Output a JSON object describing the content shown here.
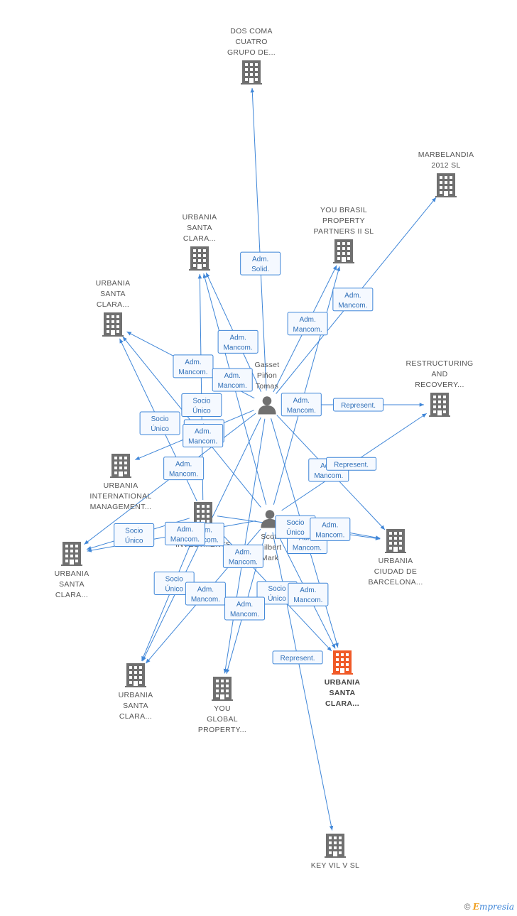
{
  "colors": {
    "edge": "#3f86d8",
    "company": "#707070",
    "focus_company": "#f05a28",
    "person": "#707070"
  },
  "nodes": {
    "dos_coma": {
      "kind": "company",
      "label": [
        "DOS COMA",
        "CUATRO",
        "GRUPO DE..."
      ]
    },
    "marbelandia": {
      "kind": "company",
      "label": [
        "MARBELANDIA",
        "2012 SL"
      ]
    },
    "urbania_sc_top": {
      "kind": "company",
      "label": [
        "URBANIA",
        "SANTA",
        "CLARA..."
      ]
    },
    "you_brasil": {
      "kind": "company",
      "label": [
        "YOU BRASIL",
        "PROPERTY",
        "PARTNERS II SL"
      ]
    },
    "urbania_sc_left": {
      "kind": "company",
      "label": [
        "URBANIA",
        "SANTA",
        "CLARA..."
      ]
    },
    "restructuring": {
      "kind": "company",
      "label": [
        "RESTRUCTURING",
        "AND",
        "RECOVERY..."
      ]
    },
    "gasset": {
      "kind": "person",
      "label": [
        "Gasset",
        "Piñon",
        "Tomas"
      ]
    },
    "urbania_intl": {
      "kind": "company",
      "label": [
        "URBANIA",
        "INTERNATIONAL",
        "MANAGEMENT..."
      ]
    },
    "urbania_inv": {
      "kind": "company",
      "label": [
        "URBANIA",
        "INVESTMENTS"
      ]
    },
    "scott": {
      "kind": "person",
      "label": [
        "Scott",
        "Gilbert",
        "Mark"
      ]
    },
    "urbania_cdb": {
      "kind": "company",
      "label": [
        "URBANIA",
        "CIUDAD DE",
        "BARCELONA..."
      ]
    },
    "urbania_sc_farleft": {
      "kind": "company",
      "label": [
        "URBANIA",
        "SANTA",
        "CLARA..."
      ]
    },
    "urbania_sc_focus": {
      "kind": "focus",
      "label": [
        "URBANIA",
        "SANTA",
        "CLARA..."
      ]
    },
    "urbania_sc_bottom": {
      "kind": "company",
      "label": [
        "URBANIA",
        "SANTA",
        "CLARA..."
      ]
    },
    "you_global": {
      "kind": "company",
      "label": [
        "YOU",
        "GLOBAL",
        "PROPERTY..."
      ]
    },
    "key_vil": {
      "kind": "company",
      "label": [
        "KEY VIL V SL"
      ]
    }
  },
  "edges": [
    {
      "from": "gasset",
      "to": "dos_coma",
      "rel": [
        "Adm.",
        "Solid."
      ]
    },
    {
      "from": "gasset",
      "to": "marbelandia",
      "rel": [
        "Adm.",
        "Mancom."
      ]
    },
    {
      "from": "gasset",
      "to": "you_brasil",
      "rel": [
        "Adm.",
        "Mancom."
      ]
    },
    {
      "from": "gasset",
      "to": "urbania_sc_top",
      "rel": [
        "Adm.",
        "Mancom."
      ]
    },
    {
      "from": "gasset",
      "to": "urbania_sc_left",
      "rel": [
        "Adm.",
        "Mancom."
      ]
    },
    {
      "from": "gasset",
      "to": "restructuring",
      "rel": [
        "Represent."
      ]
    },
    {
      "from": "gasset",
      "to": "urbania_intl",
      "rel": [
        "Adm.",
        "Mancom."
      ]
    },
    {
      "from": "gasset",
      "to": "urbania_cdb",
      "rel": [
        "Adm.",
        "Mancom."
      ]
    },
    {
      "from": "gasset",
      "to": "urbania_sc_focus",
      "rel": [
        "Adm.",
        "Mancom."
      ]
    },
    {
      "from": "gasset",
      "to": "urbania_sc_farleft",
      "rel": [
        "Adm.",
        "Mancom."
      ]
    },
    {
      "from": "gasset",
      "to": "urbania_sc_bottom",
      "rel": [
        "Adm.",
        "Mancom."
      ]
    },
    {
      "from": "gasset",
      "to": "you_global",
      "rel": [
        "Adm.",
        "Mancom."
      ]
    },
    {
      "from": "urbania_inv",
      "to": "urbania_sc_top",
      "rel": [
        "Socio",
        "Único"
      ]
    },
    {
      "from": "urbania_inv",
      "to": "urbania_sc_left",
      "rel": [
        "Socio",
        "Único"
      ]
    },
    {
      "from": "urbania_inv",
      "to": "urbania_sc_farleft",
      "rel": [
        "Socio",
        "Único"
      ]
    },
    {
      "from": "urbania_inv",
      "to": "urbania_sc_bottom",
      "rel": [
        "Socio",
        "Único"
      ]
    },
    {
      "from": "urbania_inv",
      "to": "urbania_cdb",
      "rel": [
        "Socio",
        "Único"
      ]
    },
    {
      "from": "urbania_inv",
      "to": "urbania_sc_focus",
      "rel": [
        "Socio",
        "Único"
      ]
    },
    {
      "from": "scott",
      "to": "you_brasil",
      "rel": [
        "Adm.",
        "Mancom."
      ]
    },
    {
      "from": "scott",
      "to": "restructuring",
      "rel": [
        "Represent."
      ]
    },
    {
      "from": "scott",
      "to": "urbania_sc_top",
      "rel": [
        "Adm.",
        "Mancom."
      ]
    },
    {
      "from": "scott",
      "to": "urbania_sc_left",
      "rel": [
        "Adm.",
        "Mancom."
      ]
    },
    {
      "from": "scott",
      "to": "urbania_cdb",
      "rel": [
        "Adm.",
        "Mancom."
      ]
    },
    {
      "from": "scott",
      "to": "urbania_sc_focus",
      "rel": [
        "Adm.",
        "Mancom."
      ]
    },
    {
      "from": "scott",
      "to": "urbania_sc_farleft",
      "rel": [
        "Adm.",
        "Mancom."
      ]
    },
    {
      "from": "scott",
      "to": "urbania_sc_bottom",
      "rel": [
        "Adm.",
        "Mancom."
      ]
    },
    {
      "from": "scott",
      "to": "you_global",
      "rel": [
        "Adm.",
        "Mancom."
      ]
    },
    {
      "from": "scott",
      "to": "key_vil",
      "rel": [
        "Represent."
      ]
    }
  ],
  "footer": {
    "copyright": "©",
    "brand_e": "E",
    "brand_rest": "mpresia"
  }
}
